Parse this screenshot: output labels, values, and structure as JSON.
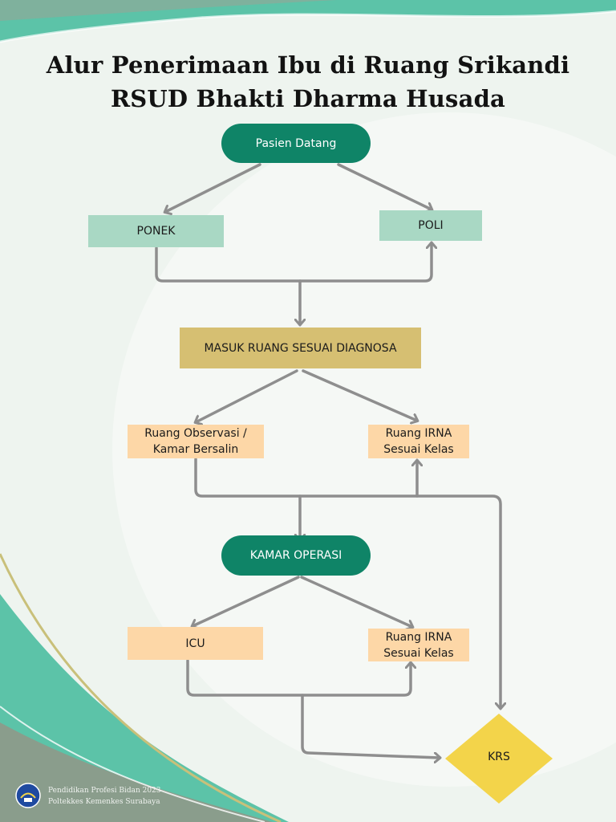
{
  "title": {
    "line1": "Alur Penerimaan Ibu di Ruang Srikandi",
    "line2": "RSUD Bhakti Dharma Husada"
  },
  "nodes": {
    "pasien_datang": "Pasien Datang",
    "ponek": "PONEK",
    "poli": "POLI",
    "masuk_ruang": "MASUK RUANG SESUAI DIAGNOSA",
    "ruang_observasi": "Ruang Observasi / Kamar Bersalin",
    "ruang_irna_1": "Ruang IRNA Sesuai Kelas",
    "kamar_operasi": "KAMAR OPERASI",
    "icu": "ICU",
    "ruang_irna_2": "Ruang IRNA Sesuai Kelas",
    "krs": "KRS"
  },
  "footer": {
    "line1": "Pendidikan Profesi Bidan 2023",
    "line2": "Poltekkes Kemenkes Surabaya"
  },
  "colors": {
    "pill": "#0f8467",
    "mint": "#a9d8c4",
    "gold": "#d6bf72",
    "peach": "#fdd7a7",
    "diamond": "#f3d44a",
    "arrow": "#8e8e8e",
    "teal": "#5cc3a8"
  }
}
